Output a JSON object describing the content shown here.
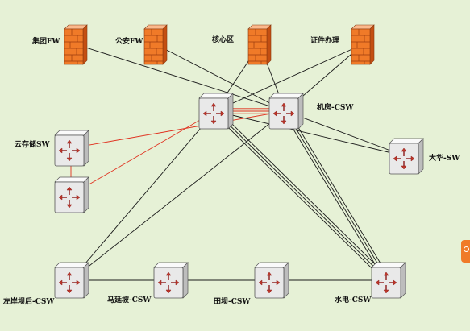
{
  "firewalls": [
    {
      "id": "fw-jituan",
      "label": "集团FW"
    },
    {
      "id": "fw-gongan",
      "label": "公安FW"
    },
    {
      "id": "fw-hexin",
      "label": "核心区"
    },
    {
      "id": "fw-zhengjian",
      "label": "证件办理"
    }
  ],
  "switches": [
    {
      "id": "core-1",
      "label": ""
    },
    {
      "id": "core-2",
      "label": "机房-CSW"
    },
    {
      "id": "storage-1",
      "label": "云存储SW"
    },
    {
      "id": "storage-2",
      "label": ""
    },
    {
      "id": "dahua",
      "label": "大华-SW"
    },
    {
      "id": "zuoan",
      "label": "左岸坝后-CSW"
    },
    {
      "id": "mayan",
      "label": "马延坡-CSW"
    },
    {
      "id": "tianba",
      "label": "田坝-CSW"
    },
    {
      "id": "shuidian",
      "label": "水电-CSW"
    }
  ],
  "colors": {
    "background": "#e6f1d6",
    "link_black": "#1a1a1a",
    "link_red": "#e0301e",
    "firewall": "#f07a28"
  },
  "links": [
    {
      "from": "fw-jituan",
      "to": "core-2",
      "color": "black"
    },
    {
      "from": "fw-gongan",
      "to": "core-2",
      "color": "black"
    },
    {
      "from": "fw-hexin",
      "to": "core-1",
      "color": "black"
    },
    {
      "from": "fw-hexin",
      "to": "core-2",
      "color": "black"
    },
    {
      "from": "fw-zhengjian",
      "to": "core-1",
      "color": "black"
    },
    {
      "from": "fw-zhengjian",
      "to": "core-2",
      "color": "black"
    },
    {
      "from": "core-1",
      "to": "core-2",
      "color": "red"
    },
    {
      "from": "core-1",
      "to": "core-2",
      "color": "red"
    },
    {
      "from": "core-1",
      "to": "core-2",
      "color": "red"
    },
    {
      "from": "storage-1",
      "to": "core-2",
      "color": "red"
    },
    {
      "from": "storage-2",
      "to": "core-1",
      "color": "red"
    },
    {
      "from": "storage-1",
      "to": "storage-2",
      "color": "red"
    },
    {
      "from": "core-1",
      "to": "dahua",
      "color": "black"
    },
    {
      "from": "core-2",
      "to": "dahua",
      "color": "black"
    },
    {
      "from": "core-1",
      "to": "zuoan",
      "color": "black"
    },
    {
      "from": "core-2",
      "to": "zuoan",
      "color": "black"
    },
    {
      "from": "core-2",
      "to": "shuidian",
      "color": "black"
    },
    {
      "from": "core-2",
      "to": "shuidian",
      "color": "black"
    },
    {
      "from": "core-2",
      "to": "shuidian",
      "color": "black"
    },
    {
      "from": "core-1",
      "to": "shuidian",
      "color": "black"
    },
    {
      "from": "core-1",
      "to": "shuidian",
      "color": "black"
    },
    {
      "from": "core-1",
      "to": "shuidian",
      "color": "black"
    },
    {
      "from": "zuoan",
      "to": "mayan",
      "color": "black"
    },
    {
      "from": "mayan",
      "to": "tianba",
      "color": "black"
    },
    {
      "from": "tianba",
      "to": "shuidian",
      "color": "black"
    }
  ]
}
